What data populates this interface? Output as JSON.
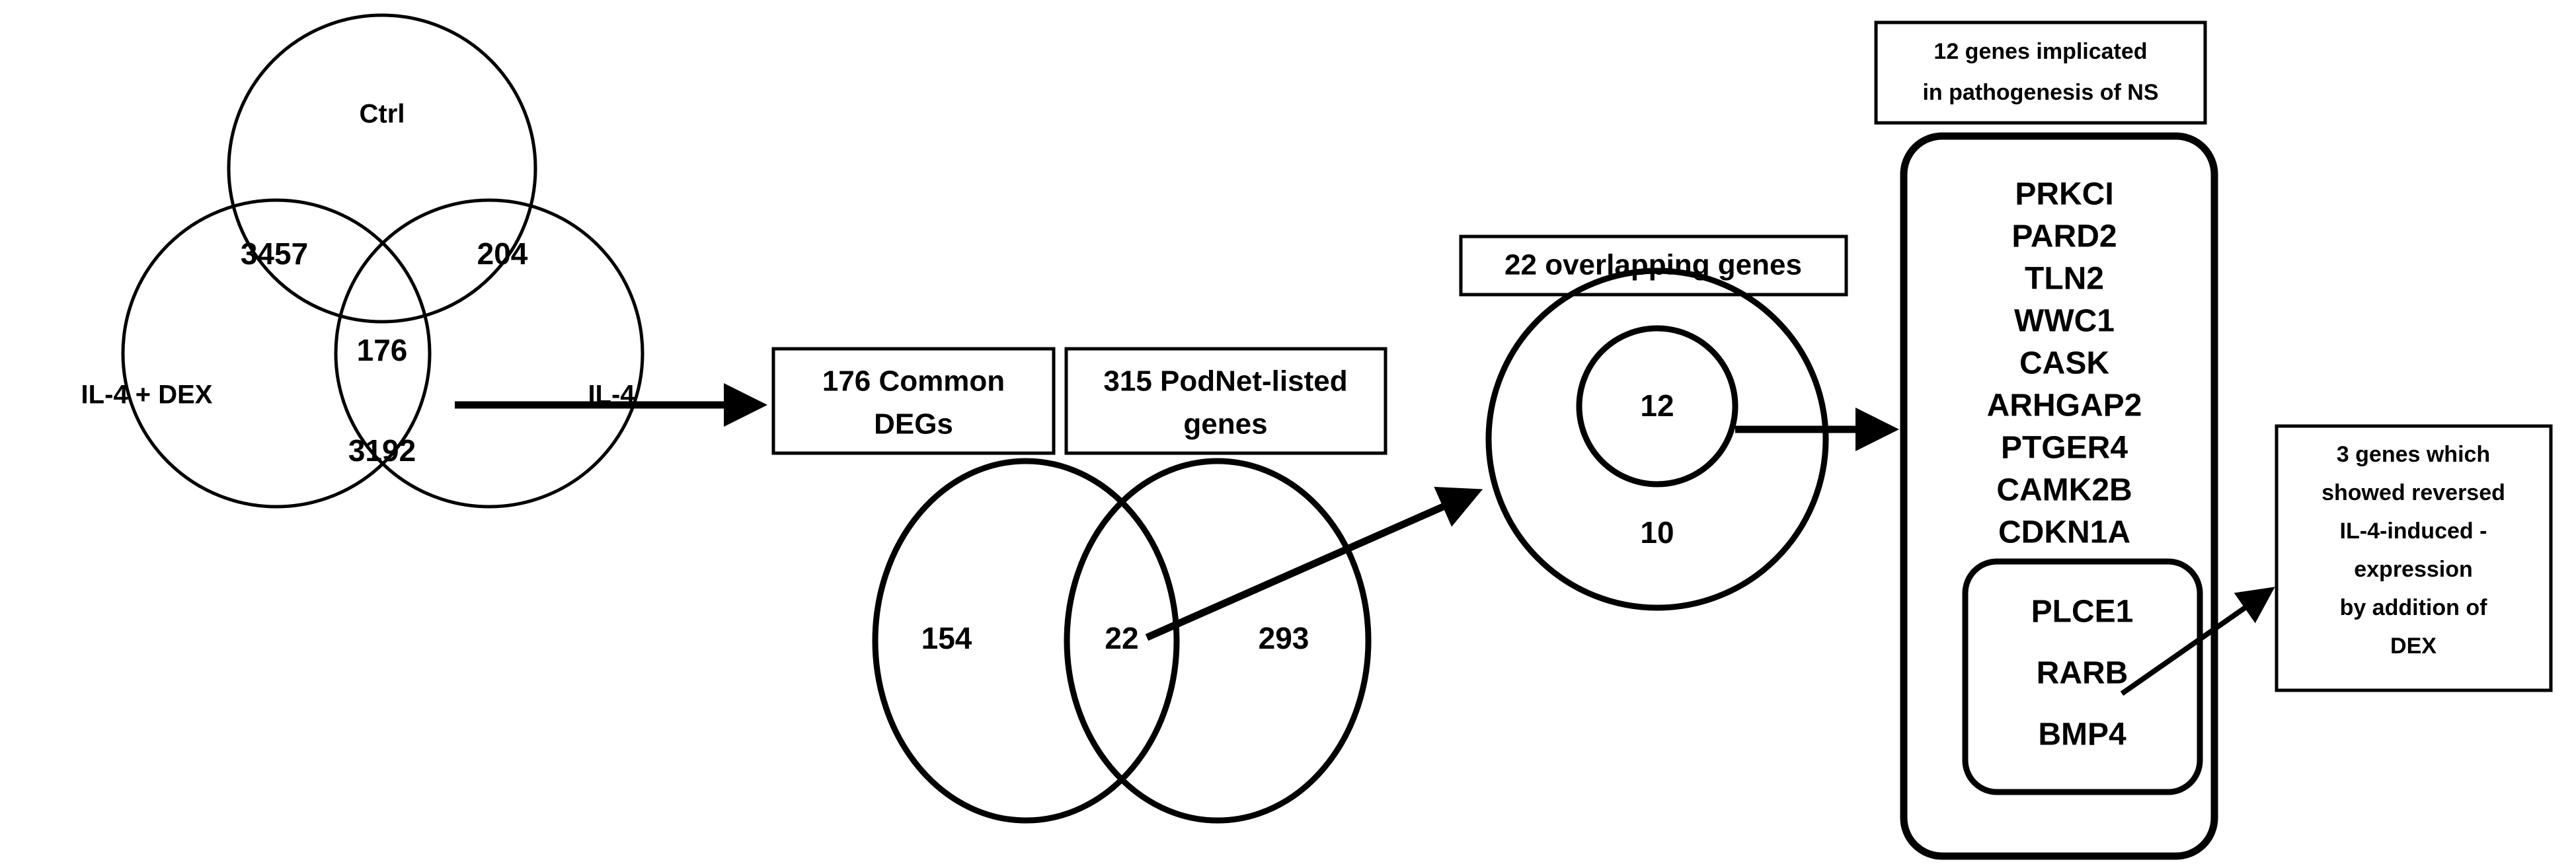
{
  "figure": {
    "type": "workflow-diagram",
    "background_color": "#ffffff",
    "stroke_color": "#000000"
  },
  "venn_three": {
    "name": "three-set-venn",
    "sets": [
      {
        "key": "ctrl",
        "label": "Ctrl"
      },
      {
        "key": "il4_dex",
        "label": "IL-4 + DEX"
      },
      {
        "key": "il4",
        "label": "IL-4"
      }
    ],
    "regions": [
      {
        "key": "ctrl_and_il4dex",
        "value": "3457"
      },
      {
        "key": "ctrl_and_il4",
        "value": "204"
      },
      {
        "key": "all_three",
        "value": "176"
      },
      {
        "key": "il4dex_and_il4",
        "value": "3192"
      }
    ]
  },
  "box_common_degs": {
    "line1": "176 Common",
    "line2": "DEGs"
  },
  "box_podnet": {
    "line1": "315 PodNet-listed",
    "line2": "genes"
  },
  "venn_two": {
    "name": "two-set-venn",
    "regions": [
      {
        "key": "left_only",
        "value": "154"
      },
      {
        "key": "overlap",
        "value": "22"
      },
      {
        "key": "right_only",
        "value": "293"
      }
    ]
  },
  "box_overlapping": {
    "label": "22 overlapping genes"
  },
  "ring_chart": {
    "inner_value": "12",
    "outer_value": "10"
  },
  "box_ns_genes": {
    "line1": "12 genes implicated",
    "line2": "in pathogenesis of NS"
  },
  "gene_list": {
    "genes": [
      "PRKCI",
      "PARD2",
      "TLN2",
      "WWC1",
      "CASK",
      "ARHGAP2",
      "PTGER4",
      "CAMK2B",
      "CDKN1A"
    ],
    "highlighted_genes": [
      "PLCE1",
      "RARB",
      "BMP4"
    ]
  },
  "box_reversed": {
    "line1": "3 genes which",
    "line2": "showed reversed",
    "line3": "IL-4-induced -",
    "line4": "expression",
    "line5": "by addition of",
    "line6": "DEX"
  },
  "chart_data": {
    "type": "diagram",
    "title": "",
    "venn_three_set": {
      "set_labels": [
        "Ctrl",
        "IL-4 + DEX",
        "IL-4"
      ],
      "region_values": {
        "Ctrl_and_IL-4+DEX": 3457,
        "Ctrl_and_IL-4": 204,
        "Ctrl_and_IL-4+DEX_and_IL-4": 176,
        "IL-4+DEX_and_IL-4": 3192
      }
    },
    "venn_two_set": {
      "set_labels": [
        "176 Common DEGs",
        "315 PodNet-listed genes"
      ],
      "region_values": {
        "left_only": 154,
        "overlap": 22,
        "right_only": 293
      }
    },
    "donut": {
      "label": "22 overlapping genes",
      "inner": 12,
      "outer_ring": 10
    },
    "gene_counts": {
      "implicated_in_NS": 12,
      "reversed_by_DEX": 3
    }
  }
}
